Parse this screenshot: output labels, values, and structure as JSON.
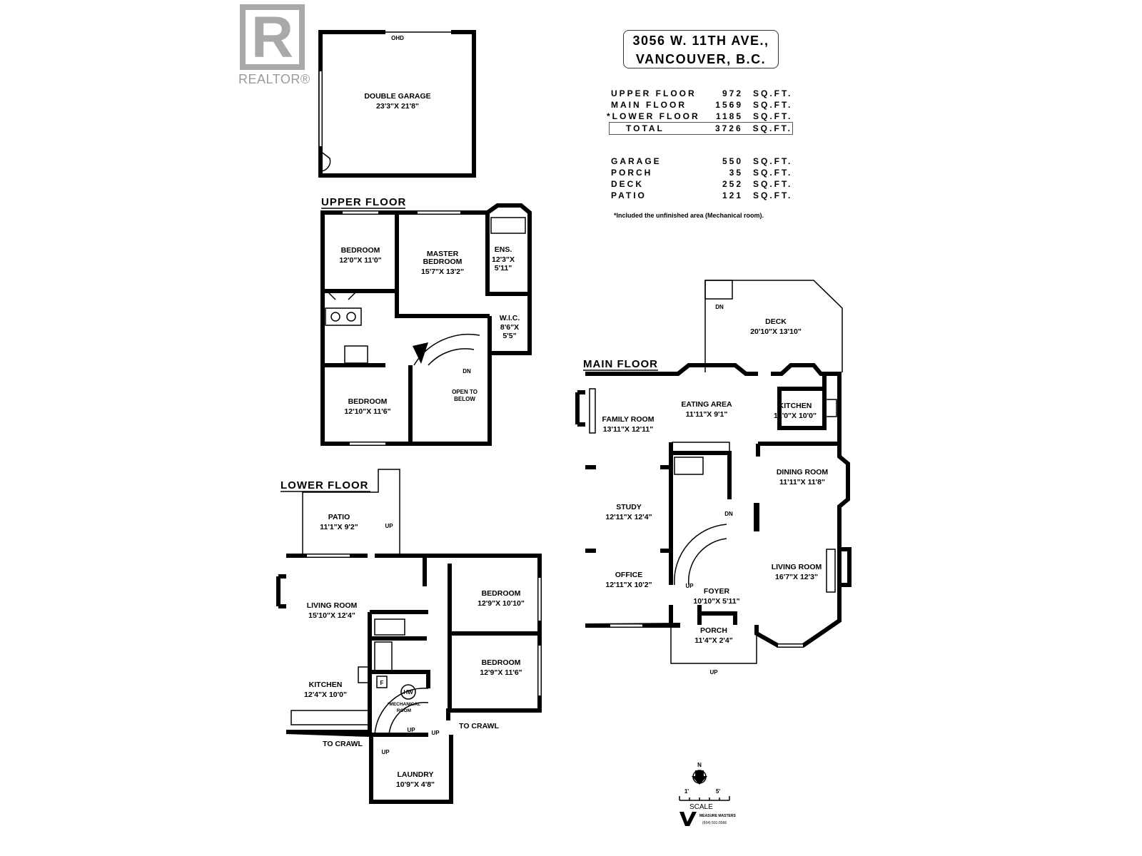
{
  "logo": {
    "brand": "REALTOR®"
  },
  "address": {
    "line1": "3056 W. 11TH AVE.,",
    "line2": "VANCOUVER, B.C."
  },
  "areas": {
    "floors": [
      {
        "label": "UPPER FLOOR",
        "value": "972",
        "unit": "SQ.FT."
      },
      {
        "label": "MAIN  FLOOR",
        "value": "1569",
        "unit": "SQ.FT."
      },
      {
        "label": "*LOWER FLOOR",
        "value": "1185",
        "unit": "SQ.FT."
      }
    ],
    "total": {
      "label": "TOTAL",
      "value": "3726",
      "unit": "SQ.FT."
    },
    "extras": [
      {
        "label": "GARAGE",
        "value": "550",
        "unit": "SQ.FT."
      },
      {
        "label": "PORCH",
        "value": "35",
        "unit": "SQ.FT."
      },
      {
        "label": "DECK",
        "value": "252",
        "unit": "SQ.FT."
      },
      {
        "label": "PATIO",
        "value": "121",
        "unit": "SQ.FT."
      }
    ],
    "note": "*Included the unfinished area (Mechanical room)."
  },
  "garage": {
    "ohd": "OHD",
    "name": "DOUBLE GARAGE",
    "dims": "23'3\"X 21'8\""
  },
  "upper": {
    "title": "UPPER FLOOR",
    "bedroom1": {
      "name": "BEDROOM",
      "dims": "12'0\"X 11'0\""
    },
    "master": {
      "name1": "MASTER",
      "name2": "BEDROOM",
      "dims": "15'7\"X 13'2\""
    },
    "ensuite": {
      "name": "ENS.",
      "dims1": "12'3\"X",
      "dims2": "5'11\""
    },
    "wic": {
      "name": "W.I.C.",
      "dims1": "8'6\"X",
      "dims2": "5'5\""
    },
    "bedroom2": {
      "name": "BEDROOM",
      "dims": "12'10\"X 11'6\""
    },
    "open1": "OPEN TO",
    "open2": "BELOW",
    "dn": "DN"
  },
  "main": {
    "title": "MAIN FLOOR",
    "deck": {
      "name": "DECK",
      "dims": "20'10\"X 13'10\"",
      "dn": "DN"
    },
    "eating": {
      "name": "EATING AREA",
      "dims": "11'11\"X 9'1\""
    },
    "kitchen": {
      "name": "KITCHEN",
      "dims": "12'0\"X 10'0\""
    },
    "family": {
      "name": "FAMILY ROOM",
      "dims": "13'11\"X 12'11\""
    },
    "dining": {
      "name": "DINING ROOM",
      "dims": "11'11\"X 11'8\""
    },
    "study": {
      "name": "STUDY",
      "dims": "12'11\"X 12'4\""
    },
    "living": {
      "name": "LIVING ROOM",
      "dims": "16'7\"X 12'3\""
    },
    "office": {
      "name": "OFFICE",
      "dims": "12'11\"X 10'2\""
    },
    "foyer": {
      "name": "FOYER",
      "dims": "10'10\"X 5'11\""
    },
    "porch": {
      "name": "PORCH",
      "dims": "11'4\"X 2'4\""
    },
    "up": "UP",
    "dn": "DN",
    "porch_up": "UP"
  },
  "lower": {
    "title": "LOWER FLOOR",
    "patio": {
      "name": "PATIO",
      "dims": "11'1\"X 9'2\"",
      "up": "UP"
    },
    "living": {
      "name": "LIVING ROOM",
      "dims": "15'10\"X 12'4\""
    },
    "kitchen": {
      "name": "KITCHEN",
      "dims": "12'4\"X 10'0\""
    },
    "bedroom1": {
      "name": "BEDROOM",
      "dims": "12'9\"X 10'10\""
    },
    "bedroom2": {
      "name": "BEDROOM",
      "dims": "12'9\"X 11'6\""
    },
    "mech1": "*MECHANICAL",
    "mech2": "ROOM",
    "hw": "HW",
    "f": "F",
    "laundry": {
      "name": "LAUNDRY",
      "dims": "10'9\"X 4'8\""
    },
    "crawl_left": "TO CRAWL",
    "crawl_right": "TO CRAWL",
    "up1": "UP",
    "up2": "UP",
    "up3": "UP"
  },
  "compass": {
    "n": "N",
    "scale_start": "1'",
    "scale_end": "5'",
    "scale": "SCALE",
    "maker": "MEASURE MASTERS",
    "phone": "(604) 501-5566"
  }
}
